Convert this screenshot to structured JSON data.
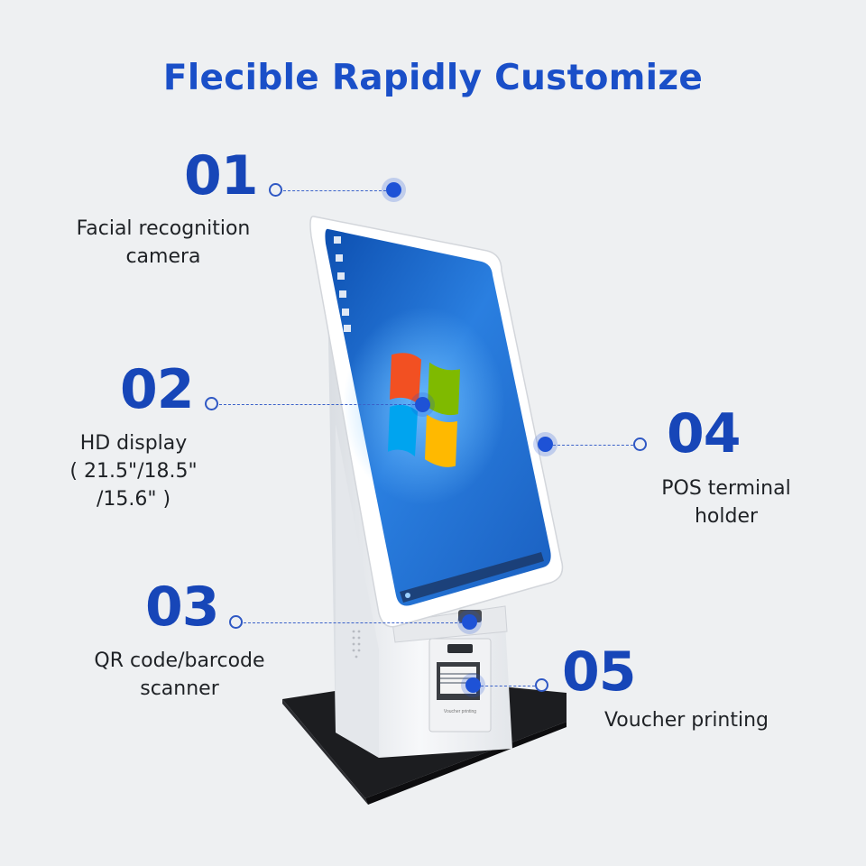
{
  "title": "Flecible Rapidly Customize",
  "features": [
    {
      "number": "01",
      "label": "Facial recognition\ncamera"
    },
    {
      "number": "02",
      "label": "HD display\n( 21.5\"/18.5\"\n/15.6\" )"
    },
    {
      "number": "03",
      "label": "QR code/barcode\nscanner"
    },
    {
      "number": "04",
      "label": "POS terminal\nholder"
    },
    {
      "number": "05",
      "label": "Voucher printing"
    }
  ],
  "printer_slot_text": "Voucher printing",
  "colors": {
    "accent": "#1a4fc8",
    "background": "#eef0f2",
    "screen": "#1f6fd0"
  }
}
